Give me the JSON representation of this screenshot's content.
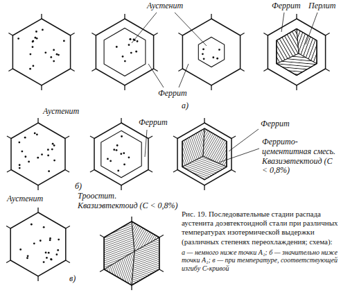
{
  "diagram": {
    "caption": "Рис. 19. Последовательные стадии распада аустенита доэвтектоидной стали при различных температурах изотермической выдержки (различных степенях переохлаждения; схема):",
    "labels": [
      "Аустенит",
      "Феррит",
      "Перлит",
      "Феррит",
      "а)",
      "Аустенит",
      "Феррит",
      "Феррит",
      "Феррито-цементитная смесь. Квазиэвтектоид (С < 0,8%)",
      "б)",
      "Аустенит",
      "Троостит. Квазиэвтектоид (С < 0,8%)",
      "в)",
      "а — немного ниже точки A₁; б — значительно ниже точки A₁; в — при температуре, соответствующей изгибу С-кривой"
    ]
  }
}
